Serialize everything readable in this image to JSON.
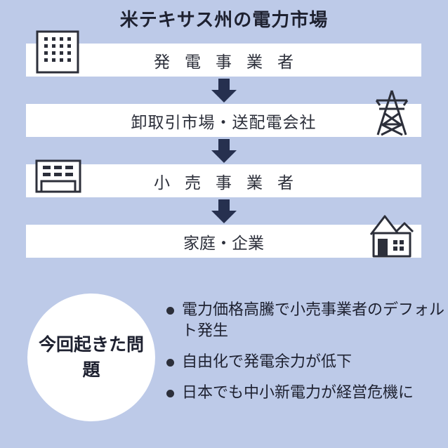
{
  "title": "米テキサス州の電力市場",
  "stages": [
    {
      "label": "発電事業者",
      "icon": "office-building-icon"
    },
    {
      "label": "卸取引市場・送配電会社",
      "icon": "transmission-tower-icon"
    },
    {
      "label": "小売事業者",
      "icon": "shop-icon"
    },
    {
      "label": "家庭・企業",
      "icon": "house-icon"
    }
  ],
  "problems": {
    "heading": "今回起きた問題",
    "items": [
      "電力価格高騰で小売事業者のデフォルト発生",
      "自由化で発電余力が低下",
      "日本でも中小新電力が経営危機に"
    ]
  },
  "colors": {
    "background": "#bdcae8",
    "panel": "#ffffff",
    "ink": "#2c2f3a",
    "arrow": "#26304f"
  }
}
